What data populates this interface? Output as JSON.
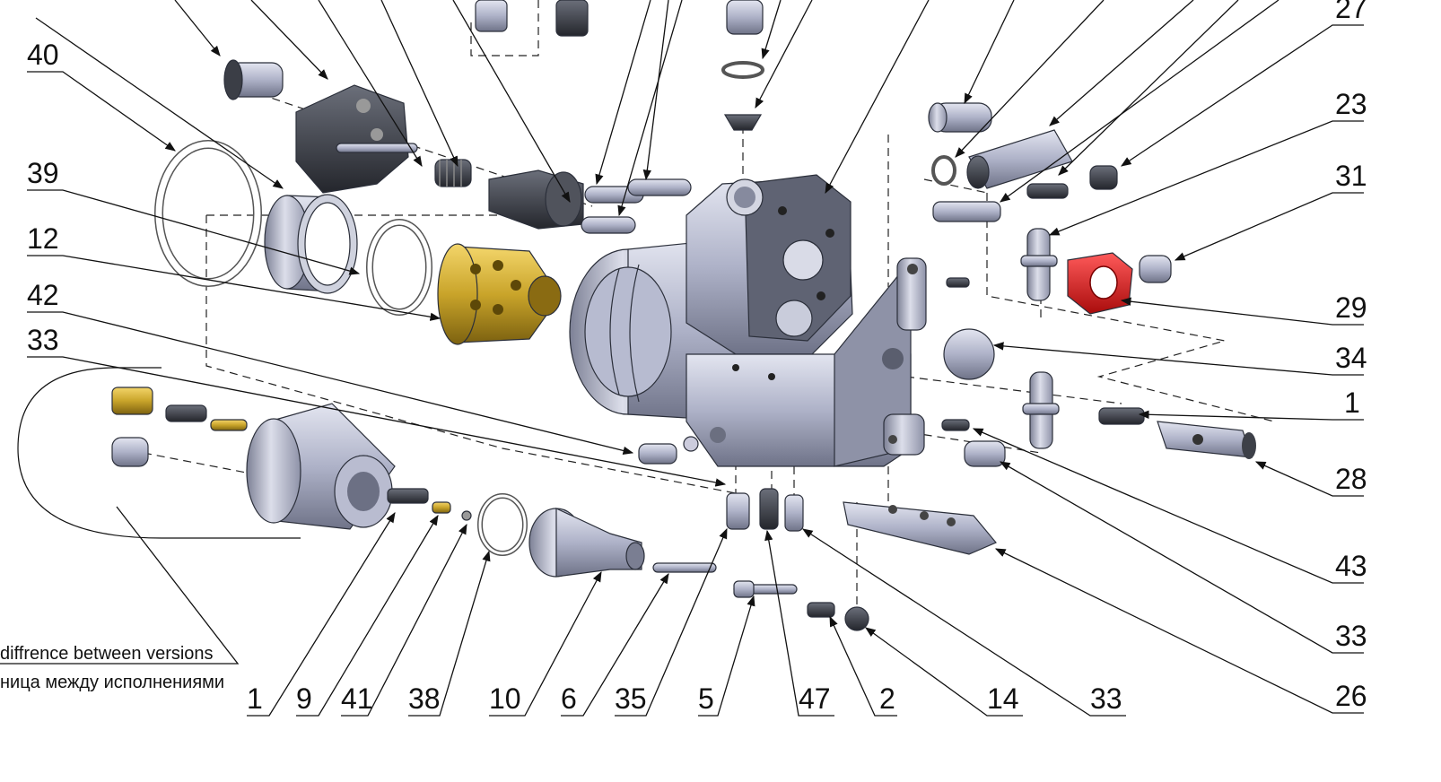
{
  "callouts": [
    {
      "id": "40",
      "label": "40"
    },
    {
      "id": "39",
      "label": "39"
    },
    {
      "id": "12",
      "label": "12"
    },
    {
      "id": "42",
      "label": "42"
    },
    {
      "id": "33a",
      "label": "33"
    },
    {
      "id": "27",
      "label": "27"
    },
    {
      "id": "23",
      "label": "23"
    },
    {
      "id": "31",
      "label": "31"
    },
    {
      "id": "29",
      "label": "29"
    },
    {
      "id": "34",
      "label": "34"
    },
    {
      "id": "1a",
      "label": "1"
    },
    {
      "id": "28",
      "label": "28"
    },
    {
      "id": "43",
      "label": "43"
    },
    {
      "id": "33b",
      "label": "33"
    },
    {
      "id": "26",
      "label": "26"
    },
    {
      "id": "1b",
      "label": "1"
    },
    {
      "id": "9",
      "label": "9"
    },
    {
      "id": "41",
      "label": "41"
    },
    {
      "id": "38",
      "label": "38"
    },
    {
      "id": "10",
      "label": "10"
    },
    {
      "id": "6",
      "label": "6"
    },
    {
      "id": "35",
      "label": "35"
    },
    {
      "id": "5",
      "label": "5"
    },
    {
      "id": "47",
      "label": "47"
    },
    {
      "id": "2",
      "label": "2"
    },
    {
      "id": "14",
      "label": "14"
    },
    {
      "id": "33c",
      "label": "33"
    }
  ],
  "note": {
    "line_en": "diffrence between versions",
    "line_ru": "ница между исполнениями"
  },
  "colors": {
    "line": "#111111",
    "part_metal": "#a9adc4",
    "part_dark": "#3a3d45",
    "part_gold": "#c9a42a",
    "part_red": "#d81c1c"
  }
}
